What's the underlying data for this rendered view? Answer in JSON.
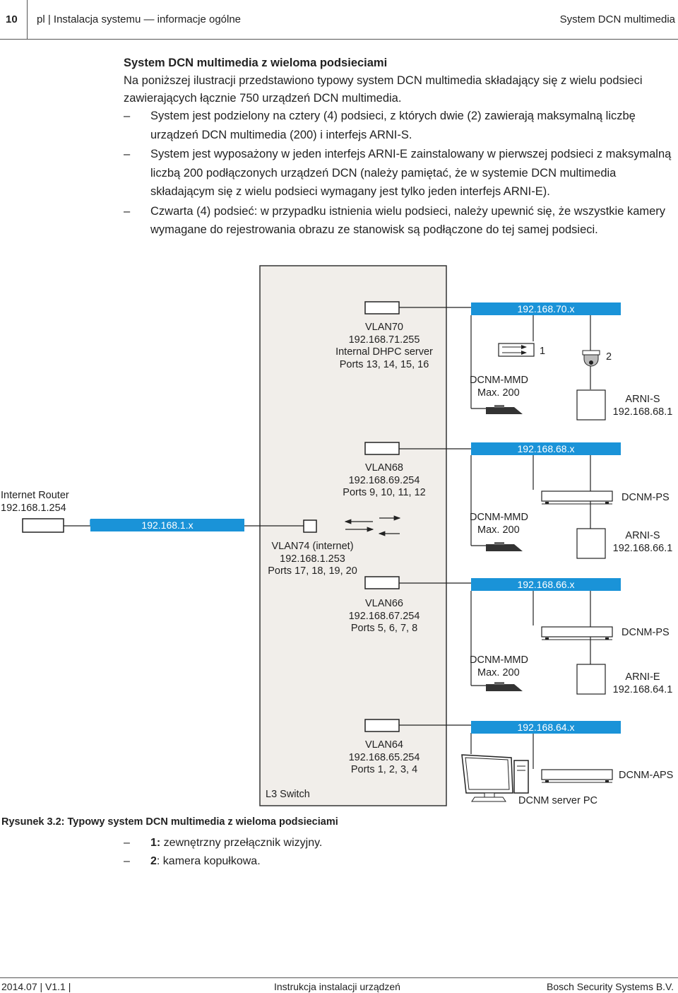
{
  "header": {
    "page_number": "10",
    "section": "pl | Instalacja systemu — informacje ogólne",
    "product": "System DCN multimedia"
  },
  "section_title": "System DCN multimedia z wieloma podsieciami",
  "intro": "Na poniższej ilustracji przedstawiono typowy system DCN multimedia składający się z wielu podsieci zawierających łącznie 750 urządzeń DCN multimedia.",
  "bullets": [
    "System jest podzielony na cztery (4) podsieci, z których dwie (2) zawierają maksymalną liczbę urządzeń DCN multimedia (200) i interfejs ARNI-S.",
    "System jest wyposażony w jeden interfejs ARNI-E zainstalowany w pierwszej podsieci z maksymalną liczbą 200 podłączonych urządzeń DCN (należy pamiętać, że w systemie DCN multimedia składającym się z wielu podsieci wymagany jest tylko jeden interfejs ARNI-E).",
    "Czwarta (4) podsieć: w przypadku istnienia wielu podsieci, należy upewnić się, że wszystkie kamery wymagane do rejestrowania obrazu ze stanowisk są podłączone do tej samej podsieci."
  ],
  "dash": "–",
  "diagram": {
    "switch_label": "L3 Switch",
    "router_name": "Internet Router",
    "router_ip": "192.168.1.254",
    "uplink_subnet": "192.168.1.x",
    "vlan70": [
      "VLAN70",
      "192.168.71.255",
      "Internal DHPC server",
      "Ports 13, 14, 15, 16"
    ],
    "vlan68": [
      "VLAN68",
      "192.168.69.254",
      "Ports 9, 10, 11, 12"
    ],
    "vlan74": [
      "VLAN74 (internet)",
      "192.168.1.253",
      "Ports 17, 18, 19, 20"
    ],
    "vlan66": [
      "VLAN66",
      "192.168.67.254",
      "Ports 5, 6, 7, 8"
    ],
    "vlan64": [
      "VLAN64",
      "192.168.65.254",
      "Ports 1, 2, 3, 4"
    ],
    "subnet70": "192.168.70.x",
    "subnet68": "192.168.68.x",
    "subnet66": "192.168.66.x",
    "subnet64": "192.168.64.x",
    "dcnm_mmd": [
      "DCNM-MMD",
      "Max. 200"
    ],
    "arni_s_68": [
      "ARNI-S",
      "192.168.68.1"
    ],
    "arni_s_66": [
      "ARNI-S",
      "192.168.66.1"
    ],
    "arni_e_64": [
      "ARNI-E",
      "192.168.64.1"
    ],
    "dcnm_ps": "DCNM-PS",
    "dcnm_aps": "DCNM-APS",
    "dcnm_server_pc": "DCNM server PC",
    "callout_1": "1",
    "callout_2": "2",
    "accent_color": "#1a93d8",
    "switch_fill": "#f1eeea"
  },
  "figure_caption": "Rysunek 3.2: Typowy system DCN multimedia z wieloma podsieciami",
  "legend": [
    {
      "key": "1:",
      "text": " zewnętrzny przełącznik wizyjny."
    },
    {
      "key": "2",
      "text": ": kamera kopułkowa."
    }
  ],
  "footer": {
    "date_version": "2014.07 | V1.1 |",
    "doc": "Instrukcja instalacji urządzeń",
    "company": "Bosch Security Systems B.V."
  }
}
